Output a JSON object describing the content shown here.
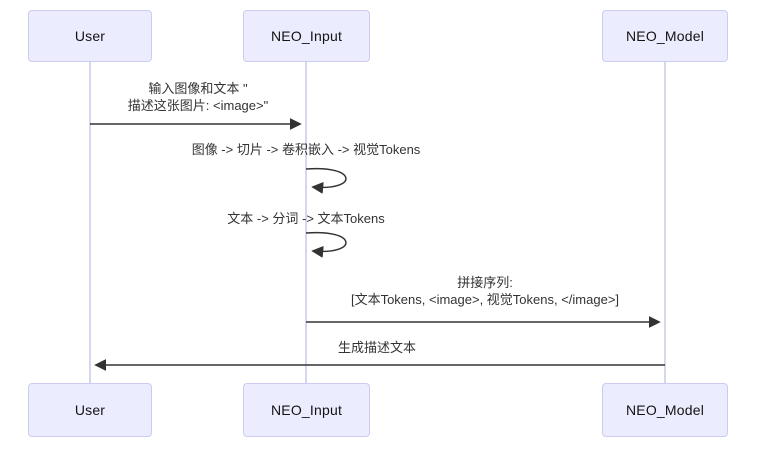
{
  "diagram": {
    "type": "sequence-diagram",
    "actors": [
      {
        "name": "User"
      },
      {
        "name": "NEO_Input"
      },
      {
        "name": "NEO_Model"
      }
    ],
    "messages": [
      {
        "from": "User",
        "to": "NEO_Input",
        "arrow": "solid-right",
        "lines": [
          "输入图像和文本 \"",
          "描述这张图片: <image>\""
        ]
      },
      {
        "from": "NEO_Input",
        "to": "NEO_Input",
        "arrow": "self-loop",
        "lines": [
          "图像 -> 切片 -> 卷积嵌入 -> 视觉Tokens"
        ]
      },
      {
        "from": "NEO_Input",
        "to": "NEO_Input",
        "arrow": "self-loop",
        "lines": [
          "文本 -> 分词 -> 文本Tokens"
        ]
      },
      {
        "from": "NEO_Input",
        "to": "NEO_Model",
        "arrow": "solid-right",
        "lines": [
          "拼接序列:",
          "[文本Tokens, <image>, 视觉Tokens, </image>]"
        ]
      },
      {
        "from": "NEO_Model",
        "to": "User",
        "arrow": "solid-left",
        "lines": [
          "生成描述文本"
        ]
      }
    ],
    "colors": {
      "background": "#FFFFFF",
      "actor_fill": "#ECECFF",
      "actor_border": "#CCCCF0",
      "actor_text": "#131313",
      "lifeline": "#C8C8E8",
      "arrow": "#333333",
      "text": "#333333"
    }
  }
}
